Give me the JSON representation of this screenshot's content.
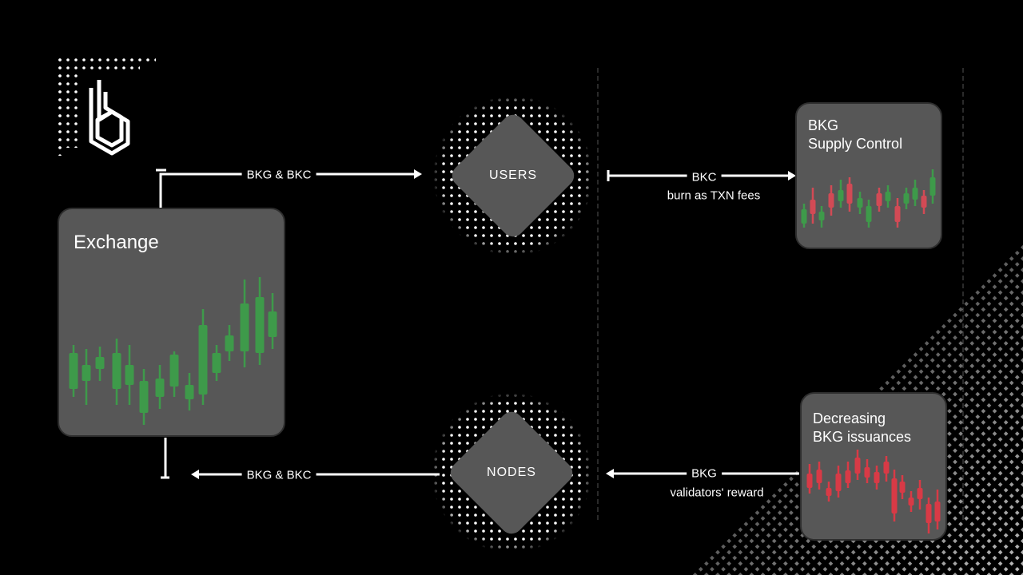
{
  "logo": {
    "icon": "brand-logo-icon"
  },
  "exchange": {
    "title": "Exchange",
    "chart_color": "#3e9a4a"
  },
  "users": {
    "label": "USERS"
  },
  "nodes": {
    "label": "NODES"
  },
  "supply": {
    "title_line1": "BKG",
    "title_line2": "Supply Control",
    "chart_colors": [
      "#3e9a4a",
      "#d24a55"
    ]
  },
  "issuance": {
    "title_line1": "Decreasing",
    "title_line2": "BKG issuances",
    "chart_color": "#d83a46"
  },
  "arrows": {
    "exchange_to_users": "BKG & BKC",
    "users_to_supply": {
      "label": "BKC",
      "sub": "burn as TXN fees"
    },
    "nodes_to_exchange": "BKG & BKC",
    "issuance_to_nodes": {
      "label": "BKG",
      "sub": "validators' reward"
    }
  },
  "colors": {
    "background": "#000000",
    "box": "#575757",
    "line": "#ffffff"
  }
}
